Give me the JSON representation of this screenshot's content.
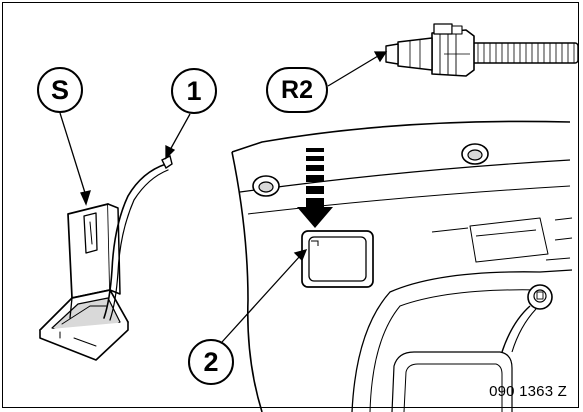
{
  "callouts": {
    "s": "S",
    "one": "1",
    "r2": "R2",
    "two": "2"
  },
  "figure_id": "090 1363 Z",
  "colors": {
    "line": "#000000",
    "background": "#ffffff",
    "shade": "#d9d9d9"
  }
}
